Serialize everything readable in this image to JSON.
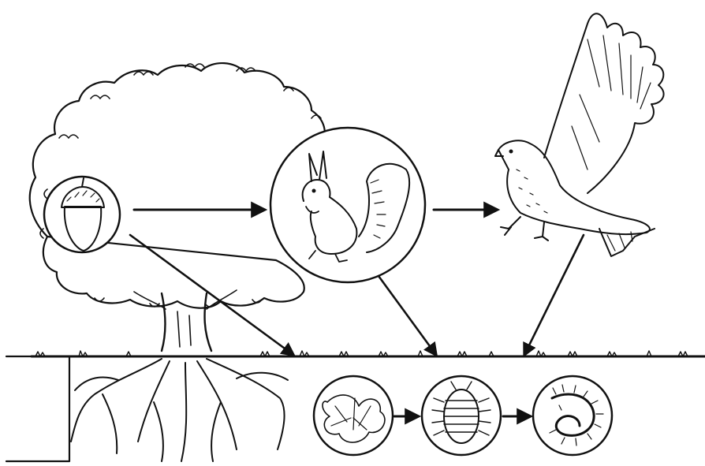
{
  "diagram": {
    "kind": "food-web illustration",
    "nodes": [
      {
        "id": "tree",
        "icon": "oak-tree-icon"
      },
      {
        "id": "acorn",
        "icon": "acorn-icon"
      },
      {
        "id": "squirrel",
        "icon": "squirrel-icon"
      },
      {
        "id": "hawk",
        "icon": "hawk-icon"
      },
      {
        "id": "fungi",
        "icon": "fungi-icon"
      },
      {
        "id": "woodlouse",
        "icon": "woodlouse-icon"
      },
      {
        "id": "centipede",
        "icon": "centipede-icon"
      }
    ],
    "edges": [
      {
        "from": "acorn",
        "to": "squirrel"
      },
      {
        "from": "squirrel",
        "to": "hawk"
      },
      {
        "from": "acorn",
        "to": "ground"
      },
      {
        "from": "squirrel",
        "to": "ground"
      },
      {
        "from": "hawk",
        "to": "ground"
      },
      {
        "from": "fungi",
        "to": "woodlouse"
      },
      {
        "from": "woodlouse",
        "to": "centipede"
      }
    ],
    "colors": {
      "ink": "#111111",
      "background": "#ffffff"
    }
  }
}
